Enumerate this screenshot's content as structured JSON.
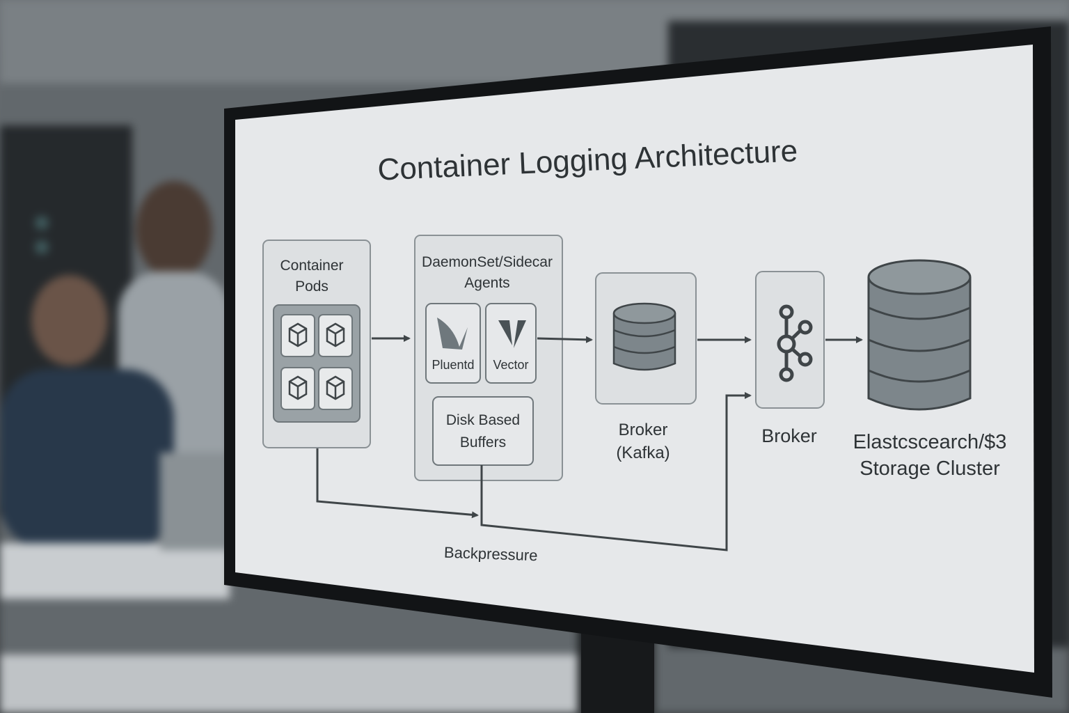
{
  "diagram": {
    "title": "Container Logging Architecture",
    "nodes": {
      "pods": {
        "label_line1": "Container",
        "label_line2": "Pods",
        "pod_icons": [
          "cube-icon",
          "cube-icon",
          "cube-icon",
          "cube-icon"
        ]
      },
      "agents": {
        "label_line1": "DaemonSet/Sidecar",
        "label_line2": "Agents",
        "fluentd": {
          "label": "Pluentd",
          "icon": "bird-icon"
        },
        "vector": {
          "label": "Vector",
          "icon": "vector-icon"
        },
        "buffers": {
          "label_line1": "Disk Based",
          "label_line2": "Buffers"
        }
      },
      "kafka": {
        "label_line1": "Broker",
        "label_line2": "(Kafka)",
        "icon": "database-icon"
      },
      "broker": {
        "label": "Broker",
        "icon": "kafka-icon"
      },
      "storage": {
        "label_line1": "Elastcscearch/$3",
        "label_line2": "Storage Cluster",
        "icon": "database-icon"
      }
    },
    "backpressure_label": "Backpressure"
  },
  "colors": {
    "screen": "#e8eaeb",
    "box_fill": "#e0e3e5",
    "box_stroke": "#7b8286",
    "arrow": "#3f4548",
    "icon_fill": "#7d868b",
    "title": "#3b4245"
  }
}
